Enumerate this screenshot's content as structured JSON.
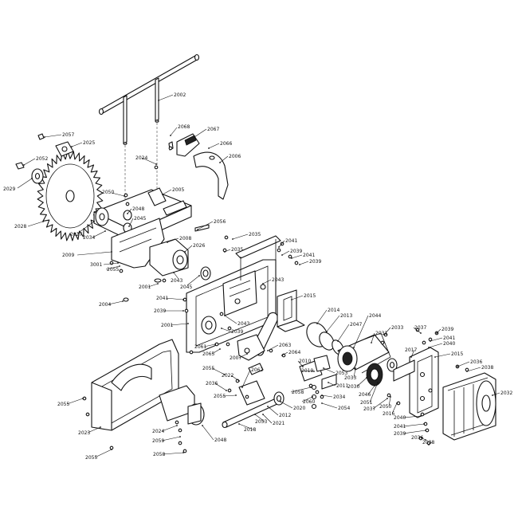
{
  "diagram": {
    "labels": [
      {
        "id": "l2002",
        "text": "2002"
      },
      {
        "id": "l2068",
        "text": "2068"
      },
      {
        "id": "l2067",
        "text": "2067"
      },
      {
        "id": "l2066",
        "text": "2066"
      },
      {
        "id": "l2006",
        "text": "2006"
      },
      {
        "id": "l2057",
        "text": "2057"
      },
      {
        "id": "l2025",
        "text": "2025"
      },
      {
        "id": "l2052",
        "text": "2052"
      },
      {
        "id": "l2029",
        "text": "2029"
      },
      {
        "id": "l2024a",
        "text": "2024"
      },
      {
        "id": "l2005",
        "text": "2005"
      },
      {
        "id": "l2050",
        "text": "2050"
      },
      {
        "id": "l2048",
        "text": "2048"
      },
      {
        "id": "l2045a",
        "text": "2045"
      },
      {
        "id": "l2028",
        "text": "2028"
      },
      {
        "id": "l2027",
        "text": "2027"
      },
      {
        "id": "l2034a",
        "text": "2034"
      },
      {
        "id": "l2056",
        "text": "2056"
      },
      {
        "id": "l2009",
        "text": "2009"
      },
      {
        "id": "l2008",
        "text": "2008"
      },
      {
        "id": "l2026",
        "text": "2026"
      },
      {
        "id": "l3001",
        "text": "3001"
      },
      {
        "id": "l2055a",
        "text": "2055"
      },
      {
        "id": "l2043a",
        "text": "2043"
      },
      {
        "id": "l2045b",
        "text": "2045"
      },
      {
        "id": "l2001a",
        "text": "2001"
      },
      {
        "id": "l2004",
        "text": "2004"
      },
      {
        "id": "l2035a",
        "text": "2035"
      },
      {
        "id": "l2035b",
        "text": "2035"
      },
      {
        "id": "l2041a",
        "text": "2041"
      },
      {
        "id": "l2039a",
        "text": "2039"
      },
      {
        "id": "l2041b",
        "text": "2041"
      },
      {
        "id": "l2039b",
        "text": "2039"
      },
      {
        "id": "l2043b",
        "text": "2043"
      },
      {
        "id": "l2015a",
        "text": "2015"
      },
      {
        "id": "l2041c",
        "text": "2041"
      },
      {
        "id": "l2039c",
        "text": "2039"
      },
      {
        "id": "l2001b",
        "text": "2001"
      },
      {
        "id": "l2014",
        "text": "2014"
      },
      {
        "id": "l2013",
        "text": "2013"
      },
      {
        "id": "l2047",
        "text": "2047"
      },
      {
        "id": "l2044",
        "text": "2044"
      },
      {
        "id": "l2043c",
        "text": "2043"
      },
      {
        "id": "l2039d",
        "text": "2039"
      },
      {
        "id": "l2061",
        "text": "2061"
      },
      {
        "id": "l2065",
        "text": "2065"
      },
      {
        "id": "l2007",
        "text": "2007"
      },
      {
        "id": "l2063",
        "text": "2063"
      },
      {
        "id": "l2064",
        "text": "2064"
      },
      {
        "id": "l2010",
        "text": "2010"
      },
      {
        "id": "l2019",
        "text": "2019"
      },
      {
        "id": "l2055b",
        "text": "2055"
      },
      {
        "id": "l2022",
        "text": "2022"
      },
      {
        "id": "l2062",
        "text": "2062"
      },
      {
        "id": "l2036a",
        "text": "2036"
      },
      {
        "id": "l2055c",
        "text": "2055"
      },
      {
        "id": "l2058a",
        "text": "2058"
      },
      {
        "id": "l2060",
        "text": "2060"
      },
      {
        "id": "l2034b",
        "text": "2034"
      },
      {
        "id": "l2054",
        "text": "2054"
      },
      {
        "id": "l2011",
        "text": "2011"
      },
      {
        "id": "l2053a",
        "text": "2053"
      },
      {
        "id": "l2012",
        "text": "2012"
      },
      {
        "id": "l2020",
        "text": "2020"
      },
      {
        "id": "l2021",
        "text": "2021"
      },
      {
        "id": "l2053b",
        "text": "2053"
      },
      {
        "id": "l2018",
        "text": "2018"
      },
      {
        "id": "l2033a",
        "text": "2033"
      },
      {
        "id": "l2030",
        "text": "2030"
      },
      {
        "id": "l2046",
        "text": "2046"
      },
      {
        "id": "l2051",
        "text": "2051"
      },
      {
        "id": "l2037a",
        "text": "2037"
      },
      {
        "id": "l2031",
        "text": "2031"
      },
      {
        "id": "l2033b",
        "text": "2033"
      },
      {
        "id": "l2037b",
        "text": "2037"
      },
      {
        "id": "l2017",
        "text": "2017"
      },
      {
        "id": "l2039e",
        "text": "2039"
      },
      {
        "id": "l2041d",
        "text": "2041"
      },
      {
        "id": "l2040a",
        "text": "2040"
      },
      {
        "id": "l2015b",
        "text": "2015"
      },
      {
        "id": "l2036b",
        "text": "2036"
      },
      {
        "id": "l2038a",
        "text": "2038"
      },
      {
        "id": "l2050b",
        "text": "2050"
      },
      {
        "id": "l2016",
        "text": "2016"
      },
      {
        "id": "l2032",
        "text": "2032"
      },
      {
        "id": "l2040b",
        "text": "2040"
      },
      {
        "id": "l2041e",
        "text": "2041"
      },
      {
        "id": "l2039f",
        "text": "2039"
      },
      {
        "id": "l2036c",
        "text": "2036"
      },
      {
        "id": "l2038b",
        "text": "2038"
      },
      {
        "id": "l2023",
        "text": "2023"
      },
      {
        "id": "l2024b",
        "text": "2024"
      },
      {
        "id": "l2059",
        "text": "2059"
      },
      {
        "id": "l2058b",
        "text": "2058"
      },
      {
        "id": "l2048b",
        "text": "2048"
      },
      {
        "id": "l2055d",
        "text": "2055"
      },
      {
        "id": "l2055e",
        "text": "2055"
      }
    ]
  }
}
